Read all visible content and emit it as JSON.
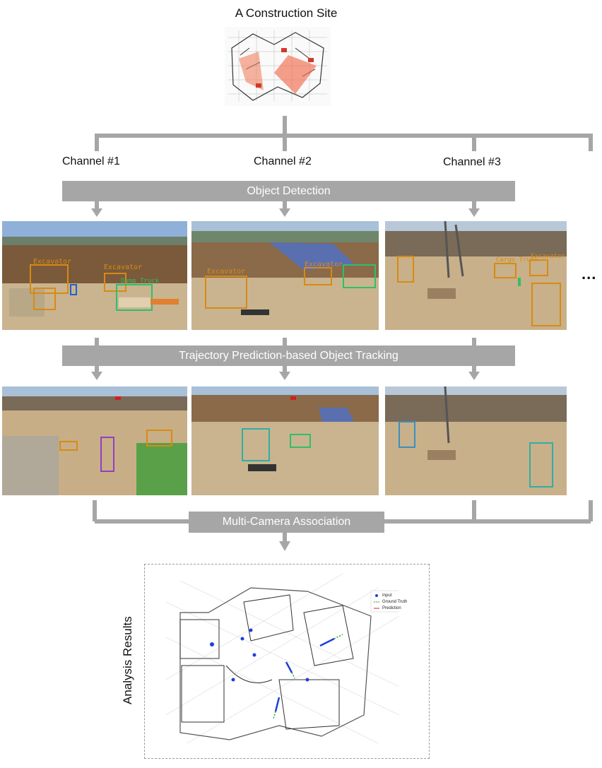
{
  "title": "A Construction Site",
  "channels": [
    "Channel #1",
    "Channel #2",
    "Channel #3"
  ],
  "more": "...",
  "stages": {
    "detection": "Object Detection",
    "tracking": "Trajectory Prediction-based Object Tracking",
    "association": "Multi-Camera Association"
  },
  "results_label": "Analysis Results",
  "detection_labels": {
    "ch1": [
      "Excavator",
      "Excavator",
      "Dump Truck"
    ],
    "ch2": [
      "Excavator",
      "Excavator"
    ],
    "ch3": [
      "Cargo Truck",
      "Excavator"
    ]
  },
  "legend": [
    "Input",
    "Ground Truth",
    "Prediction"
  ],
  "colors": {
    "bar": "#a6a6a6",
    "line": "#a6a6a6",
    "excavator_box": "#d98a12",
    "truck_box": "#2fbf6a",
    "input": "#1f3fd8",
    "ground_truth": "#2a9a3a",
    "prediction": "#e02020"
  }
}
